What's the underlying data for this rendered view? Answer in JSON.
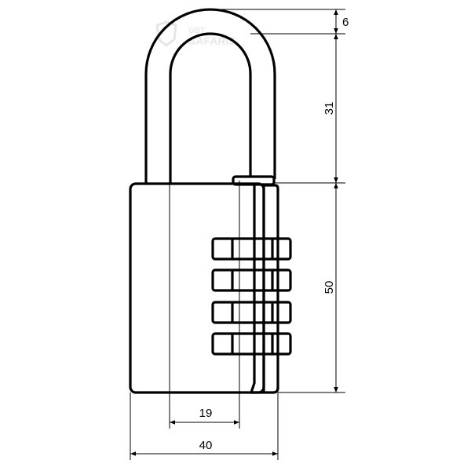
{
  "drawing": {
    "subject": "padlock",
    "watermark": {
      "line1": "GBT",
      "line2": "SAFARIS"
    },
    "dimensions": {
      "shackle_thickness": "6",
      "shackle_clearance": "31",
      "body_height": "50",
      "shackle_inner_width": "19",
      "body_width": "40"
    },
    "dial_count": 4
  }
}
